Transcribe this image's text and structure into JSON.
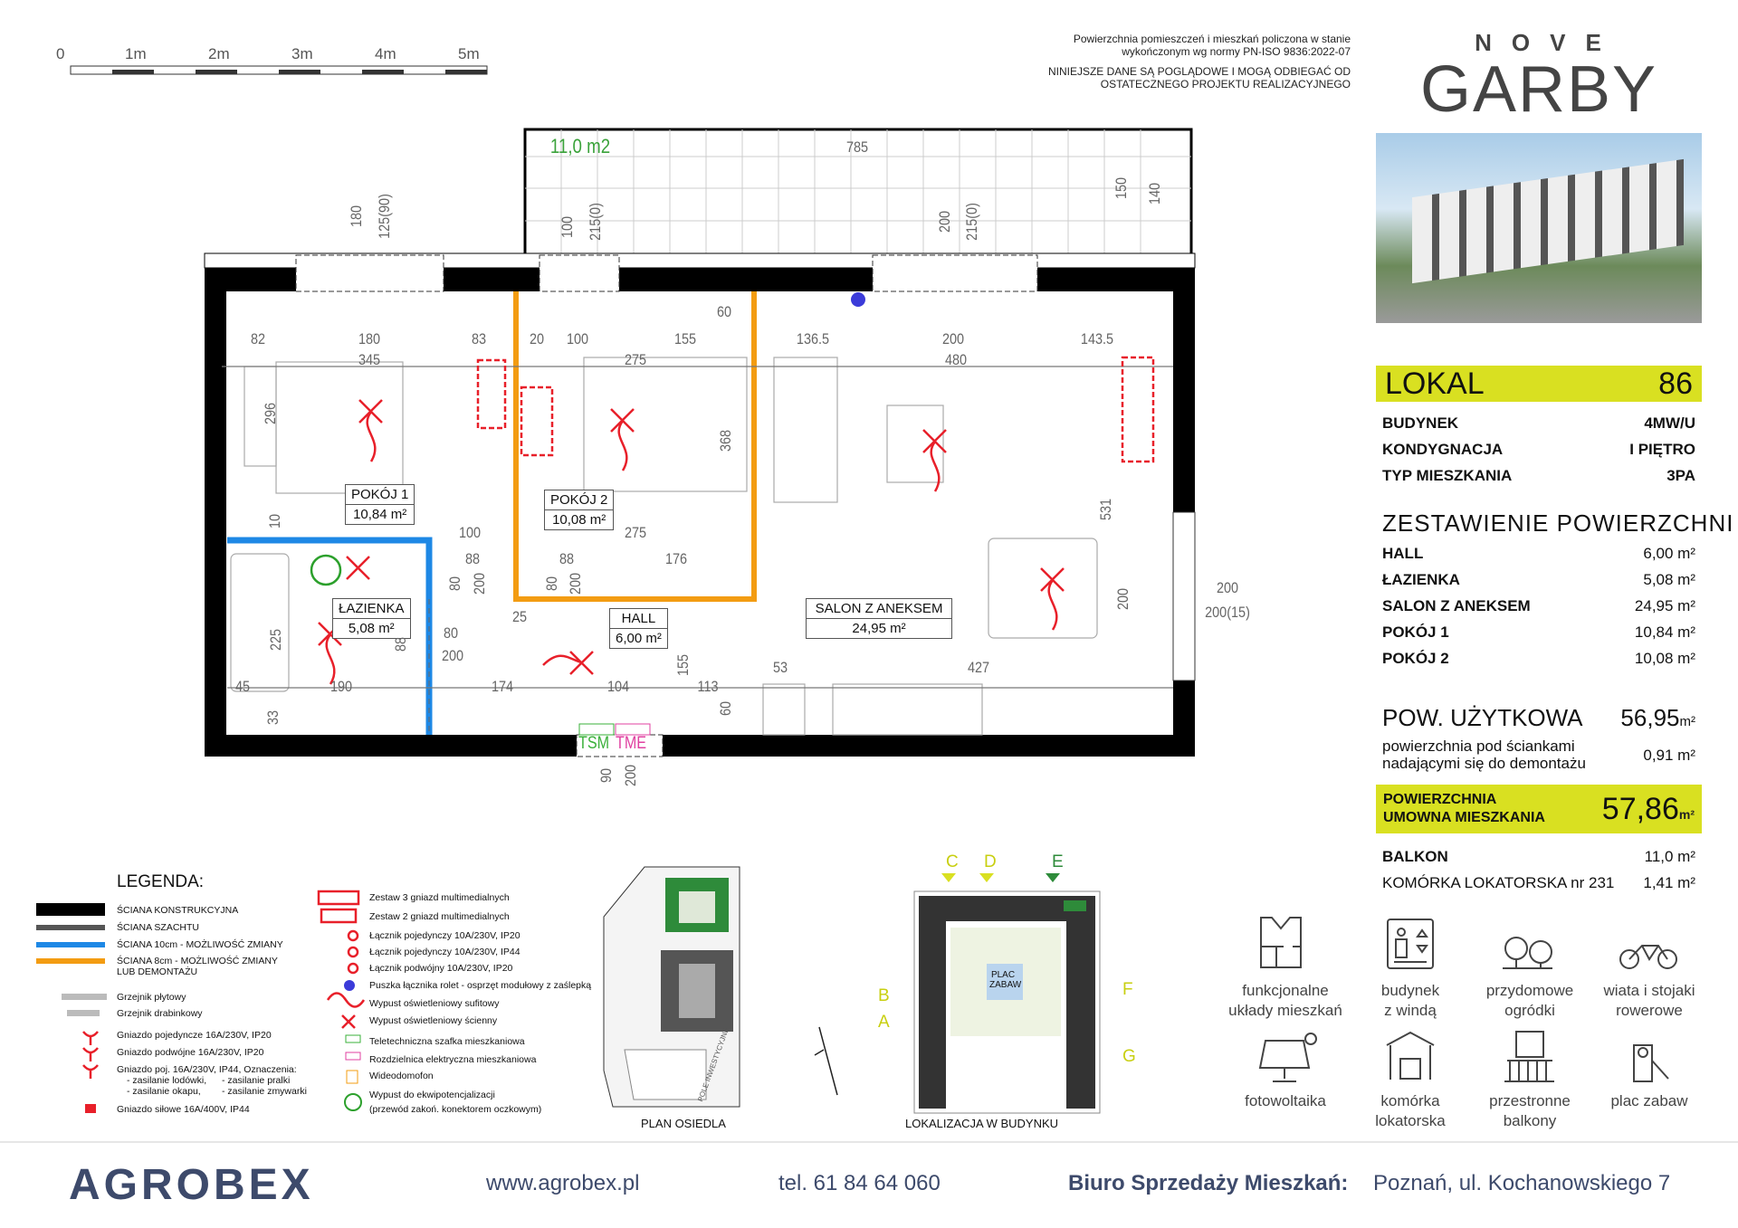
{
  "scale_bar": {
    "ticks": [
      "0",
      "1m",
      "2m",
      "3m",
      "4m",
      "5m"
    ]
  },
  "notes": {
    "line1": "Powierzchnia pomieszczeń i mieszkań policzona w stanie",
    "line2": "wykończonym wg normy PN-ISO 9836:2022-07",
    "line3": "NINIEJSZE DANE SĄ POGLĄDOWE I MOGĄ ODBIEGAĆ OD",
    "line4": "OSTATECZNEGO PROJEKTU REALIZACYJNEGO"
  },
  "logo": {
    "top": "NOVE",
    "main": "GARBY"
  },
  "info": {
    "lokal_label": "LOKAL",
    "lokal_number": "86",
    "rows": [
      {
        "label": "BUDYNEK",
        "value": "4MW/U"
      },
      {
        "label": "KONDYGNACJA",
        "value": "I PIĘTRO"
      },
      {
        "label": "TYP MIESZKANIA",
        "value": "3PA"
      }
    ],
    "areas_title": "ZESTAWIENIE POWIERZCHNI",
    "areas": [
      {
        "label": "HALL",
        "value": "6,00 m²"
      },
      {
        "label": "ŁAZIENKA",
        "value": "5,08 m²"
      },
      {
        "label": "SALON Z ANEKSEM",
        "value": "24,95 m²"
      },
      {
        "label": "POKÓJ 1",
        "value": "10,84 m²"
      },
      {
        "label": "POKÓJ 2",
        "value": "10,08 m²"
      }
    ],
    "usable_label": "POW. UŻYTKOWA",
    "usable_value": "56,95",
    "unit": "m²",
    "removable_line1": "powierzchnia pod ściankami",
    "removable_line2": "nadającymi się do demontażu",
    "removable_value": "0,91 m²",
    "contract_line1": "POWIERZCHNIA",
    "contract_line2": "UMOWNA MIESZKANIA",
    "contract_value": "57,86",
    "extras": [
      {
        "label": "BALKON",
        "value": "11,0 m²"
      },
      {
        "label": "KOMÓRKA LOKATORSKA nr 231",
        "value": "1,41 m²"
      }
    ]
  },
  "plan": {
    "rooms": [
      {
        "name": "POKÓJ 1",
        "area": "10,84 m²"
      },
      {
        "name": "POKÓJ 2",
        "area": "10,08 m²"
      },
      {
        "name": "ŁAZIENKA",
        "area": "5,08 m²"
      },
      {
        "name": "HALL",
        "area": "6,00 m²"
      },
      {
        "name": "SALON Z ANEKSEM",
        "area": "24,95 m²"
      }
    ],
    "balcony_area": "11,0 m2",
    "tsm": "TSM",
    "tme": "TME",
    "dims": [
      "785",
      "180",
      "125(90)",
      "100",
      "215(0)",
      "200",
      "215(0)",
      "150",
      "140",
      "82",
      "180",
      "83",
      "20",
      "100",
      "155",
      "60",
      "136.5",
      "200",
      "143.5",
      "345",
      "275",
      "480",
      "296",
      "368",
      "531",
      "10",
      "100",
      "275",
      "88",
      "88",
      "176",
      "80",
      "200",
      "80",
      "200",
      "225",
      "25",
      "80",
      "200",
      "88",
      "45",
      "190",
      "174",
      "104",
      "113",
      "53",
      "427",
      "155",
      "60",
      "33",
      "200",
      "200(15)",
      "200",
      "90",
      "200"
    ]
  },
  "legend": {
    "title": "LEGENDA:",
    "walls": [
      "ŚCIANA KONSTRUKCYJNA",
      "ŚCIANA SZACHTU",
      "ŚCIANA 10cm - MOŻLIWOŚĆ ZMIANY",
      "ŚCIANA 8cm - MOŻLIWOŚĆ ZMIANY",
      "LUB DEMONTAŻU"
    ],
    "left": [
      "Grzejnik płytowy",
      "Grzejnik drabinkowy",
      "Gniazdo pojedyncze 16A/230V, IP20",
      "Gniazdo podwójne 16A/230V, IP20",
      "Gniazdo poj. 16A/230V, IP44, Oznaczenia:",
      "- zasilanie lodówki,",
      "- zasilanie pralki",
      "- zasilanie okapu,",
      "- zasilanie zmywarki",
      "Gniazdo siłowe 16A/400V, IP44"
    ],
    "right": [
      "Zestaw 3 gniazd multimedialnych",
      "Zestaw 2 gniazd multimedialnych",
      "Łącznik pojedynczy 10A/230V, IP20",
      "Łącznik pojedynczy 10A/230V, IP44",
      "Łącznik podwójny 10A/230V, IP20",
      "Puszka łącznika rolet - osprzęt modułowy z zaślepką",
      "Wypust oświetleniowy sufitowy",
      "Wypust oświetleniowy ścienny",
      "Teletechniczna szafka mieszkaniowa",
      "Rozdzielnica elektryczna mieszkaniowa",
      "Wideodomofon",
      "Wypust do ekwipotencjalizacji",
      "(przewód zakoń. konektorem oczkowym)"
    ]
  },
  "site_plan": {
    "label": "PLAN OSIEDLA",
    "field": "POLE INWESTYCYJNE"
  },
  "location": {
    "label": "LOKALIZACJA  W BUDYNKU",
    "playground": "PLAC ZABAW",
    "markers": [
      "C",
      "D",
      "E",
      "B",
      "A",
      "F",
      "G"
    ]
  },
  "amenities": [
    {
      "label1": "funkcjonalne",
      "label2": "układy mieszkań",
      "icon": "floorplan-icon"
    },
    {
      "label1": "budynek",
      "label2": "z windą",
      "icon": "elevator-icon"
    },
    {
      "label1": "przydomowe",
      "label2": "ogródki",
      "icon": "trees-icon"
    },
    {
      "label1": "wiata i stojaki",
      "label2": "rowerowe",
      "icon": "bicycle-icon"
    },
    {
      "label1": "fotowoltaika",
      "label2": "",
      "icon": "solar-panel-icon"
    },
    {
      "label1": "komórka",
      "label2": "lokatorska",
      "icon": "storage-icon"
    },
    {
      "label1": "przestronne",
      "label2": "balkony",
      "icon": "balcony-icon"
    },
    {
      "label1": "plac zabaw",
      "label2": "",
      "icon": "playground-icon"
    }
  ],
  "footer": {
    "brand": "AGROBEX",
    "website": "www.agrobex.pl",
    "phone": "tel. 61 84 64 060",
    "office_label": "Biuro Sprzedaży Mieszkań:",
    "office_address": "Poznań, ul. Kochanowskiego 7"
  },
  "colors": {
    "accent": "#d9e021",
    "wall": "#000000",
    "wall10": "#1e88e5",
    "wall8": "#f39c12",
    "electric": "#e8202a",
    "brand": "#3d4a6b"
  }
}
